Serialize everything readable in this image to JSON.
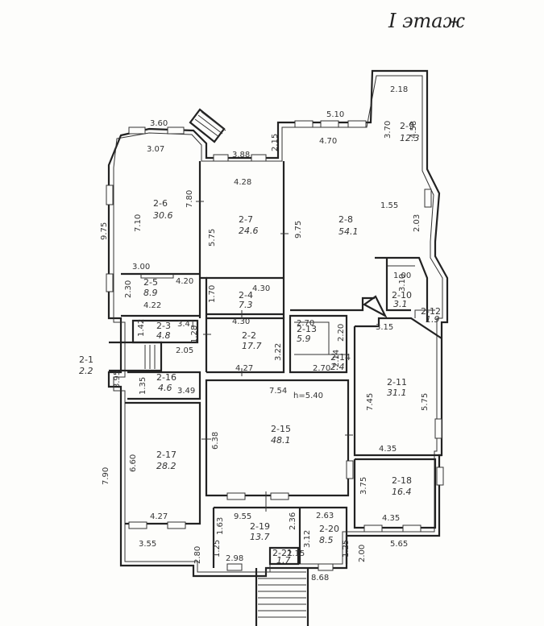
{
  "title": "I этаж",
  "rooms": [
    {
      "id": "2-6",
      "code": "2-6",
      "area": "30.6"
    },
    {
      "id": "2-7",
      "code": "2-7",
      "area": "24.6"
    },
    {
      "id": "2-8",
      "code": "2-8",
      "area": "54.1"
    },
    {
      "id": "2-9",
      "code": "2-9",
      "area": "12.3"
    },
    {
      "id": "2-5",
      "code": "2-5",
      "area": "8.9"
    },
    {
      "id": "2-4",
      "code": "2-4",
      "area": "7.3"
    },
    {
      "id": "2-3",
      "code": "2-3",
      "area": "4.8"
    },
    {
      "id": "2-2",
      "code": "2-2",
      "area": "17.7"
    },
    {
      "id": "2-13",
      "code": "2-13",
      "area": "5.9"
    },
    {
      "id": "2-14",
      "code": "2-14",
      "area": "2.4"
    },
    {
      "id": "2-10",
      "code": "2-10",
      "area": "3.1"
    },
    {
      "id": "2-12",
      "code": "2-12",
      "area": "1.9"
    },
    {
      "id": "2-11",
      "code": "2-11",
      "area": "31.1"
    },
    {
      "id": "2-1",
      "code": "2-1",
      "area": "2.2"
    },
    {
      "id": "2-16",
      "code": "2-16",
      "area": "4.6"
    },
    {
      "id": "2-15",
      "code": "2-15",
      "area": "48.1"
    },
    {
      "id": "2-17",
      "code": "2-17",
      "area": "28.2"
    },
    {
      "id": "2-18",
      "code": "2-18",
      "area": "16.4"
    },
    {
      "id": "2-19",
      "code": "2-19",
      "area": "13.7"
    },
    {
      "id": "2-20",
      "code": "2-20",
      "area": "8.5"
    },
    {
      "id": "2-21",
      "code": "2-21",
      "area": "1.7"
    }
  ],
  "dimensions": {
    "d_360": "3.60",
    "d_307": "3.07",
    "d_388": "3.88",
    "d_428": "4.28",
    "d_215": "2.15",
    "d_510": "5.10",
    "d_470": "4.70",
    "d_218": "2.18",
    "d_370": "3.70",
    "d_458": "4.58",
    "d_155": "1.55",
    "d_203": "2.03",
    "d_975a": "9.75",
    "d_710": "7.10",
    "d_780": "7.80",
    "d_575a": "5.75",
    "d_975b": "9.75",
    "d_300": "3.00",
    "d_420": "4.20",
    "d_230": "2.30",
    "d_422": "4.22",
    "d_430a": "4.30",
    "d_170": "1.70",
    "d_100": "1.00",
    "d_310": "3.10",
    "d_142": "1.42",
    "d_341": "3.41",
    "d_128": "1.28",
    "d_430b": "4.30",
    "d_270a": "2.70",
    "d_220": "2.20",
    "d_315": "3.15",
    "d_205": "2.05",
    "d_322": "3.22",
    "d_214": "2.14",
    "d_270b": "2.70",
    "d_745": "7.45",
    "d_575b": "5.75",
    "d_395": "3.95",
    "d_135": "1.35",
    "d_349": "3.49",
    "d_427a": "4.27",
    "d_754": "7.54",
    "h_height": "h=5.40",
    "d_638": "6.38",
    "d_660": "6.60",
    "d_435a": "4.35",
    "d_790": "7.90",
    "d_375": "3.75",
    "d_427b": "4.27",
    "d_955": "9.55",
    "d_263": "2.63",
    "d_435b": "4.35",
    "d_163": "1.63",
    "d_236": "2.36",
    "d_312": "3.12",
    "d_355": "3.55",
    "d_565": "5.65",
    "d_125a": "1.25",
    "d_125b": "1.25",
    "d_280": "2.80",
    "d_298": "2.98",
    "d_200": "2.00",
    "d_868": "8.68",
    "d_215b": "2.15"
  }
}
